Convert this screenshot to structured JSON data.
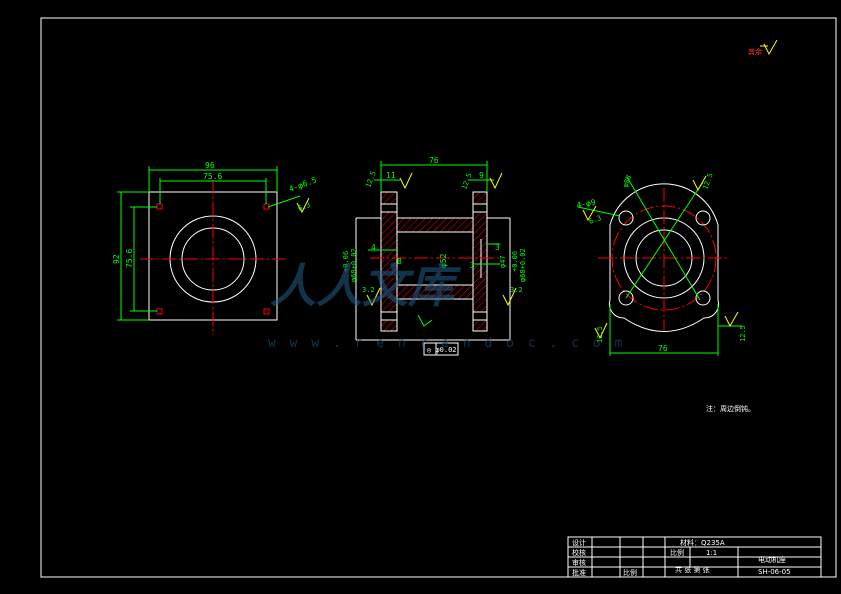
{
  "colors": {
    "background": "#000000",
    "outline": "#ffffff",
    "dimension": "#00ff00",
    "centerline": "#ff0000",
    "hatch": "#ff0000",
    "hidden": "#ff0000",
    "symbol": "#ffff00",
    "watermark": "#1f5f8a"
  },
  "corner_mark": {
    "roughness_label": "其余",
    "icon": "surface-roughness-symbol-icon"
  },
  "left_view": {
    "dims": {
      "width_outer": "96",
      "width_inner": "75.6",
      "height_outer": "92",
      "height_inner": "75.6",
      "holes": "4-φ6.5",
      "roughness": "6.3"
    }
  },
  "front_view": {
    "dims": {
      "length": "76",
      "flange_left": "11",
      "flange_right": "9",
      "roughness_top_left": "12.5",
      "roughness_top_right": "12.5",
      "dia_left_tol": "+0.06",
      "dia_left": "φ68+0.02",
      "dia_center": "φ52",
      "dia_right_tol": "+0.06",
      "dia_right": "φ68+0.02",
      "dia_inner_right": "φ47",
      "step_left": "4",
      "step_b": "B",
      "step_right_top": "3",
      "step_right_bottom": "3",
      "roughness_bottom_left": "3.2",
      "roughness_bottom_right": "3.2",
      "tolerance_frame": "◎ φ0.02"
    }
  },
  "right_view": {
    "dims": {
      "width": "76",
      "holes": "4-φ9",
      "angle": "φ88",
      "roughness_holes": "6.3",
      "roughness_right": "12.5",
      "roughness_left": "12.5",
      "roughness_top": "12.5"
    }
  },
  "note": "注：周边倒钝。",
  "title_block": {
    "row_labels": [
      "设计",
      "校核",
      "审核",
      "批准"
    ],
    "extra_label": "比例",
    "material_label": "材料：Q235A",
    "scale_label": "比例",
    "scale_value": "1:1",
    "sheets": "共 张  第 张",
    "part_name": "电动机座",
    "drawing_number": "SH-06-05",
    "bottom_mid": "比例"
  },
  "watermark": {
    "text": "人人文库",
    "url": "w w w . r e n r e n d o c . c o m"
  }
}
